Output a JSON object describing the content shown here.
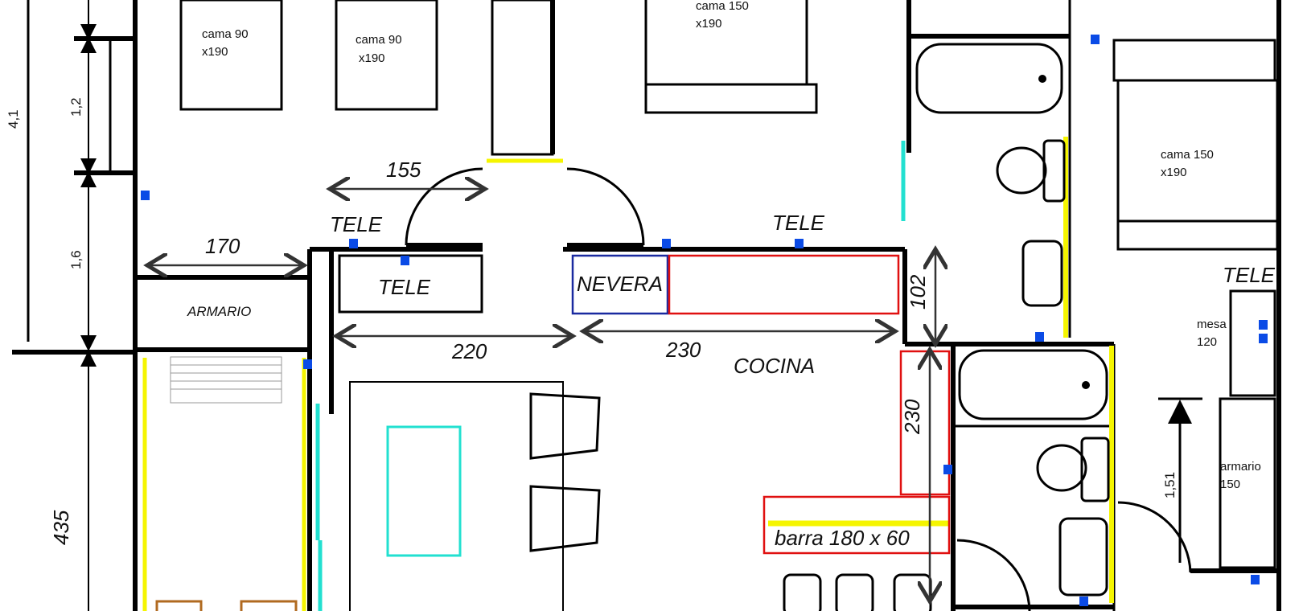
{
  "furniture": {
    "bed1": {
      "line1": "cama 90",
      "line2": "x190"
    },
    "bed2": {
      "line1": "cama 90",
      "line2": "x190"
    },
    "bed3": {
      "line1": "cama 150",
      "line2": "x190"
    },
    "bed4": {
      "line1": "cama 150",
      "line2": "x190"
    },
    "wardrobe_left": "ARMARIO",
    "fridge": "NEVERA",
    "kitchen": "COCINA",
    "bar": "barra 180 x 60",
    "desk": {
      "line1": "mesa",
      "line2": "120"
    },
    "wardrobe_right": {
      "line1": "armario",
      "line2": "150"
    },
    "tv_labels": [
      "TELE",
      "TELE",
      "TELE",
      "TELE"
    ]
  },
  "dimensions": {
    "d_4_1": "4,1",
    "d_1_2": "1,2",
    "d_1_6": "1,6",
    "d_435": "435",
    "d_170": "170",
    "d_155": "155",
    "d_220": "220",
    "d_230_h": "230",
    "d_102": "102",
    "d_230_v": "230",
    "d_1_51": "1,51"
  },
  "colors": {
    "wall": "#000000",
    "outlet": "#0b4be6",
    "highlight_yellow": "#f5f500",
    "cyan": "#22e0d0",
    "red": "#e01010",
    "navy": "#1a2aa0"
  }
}
